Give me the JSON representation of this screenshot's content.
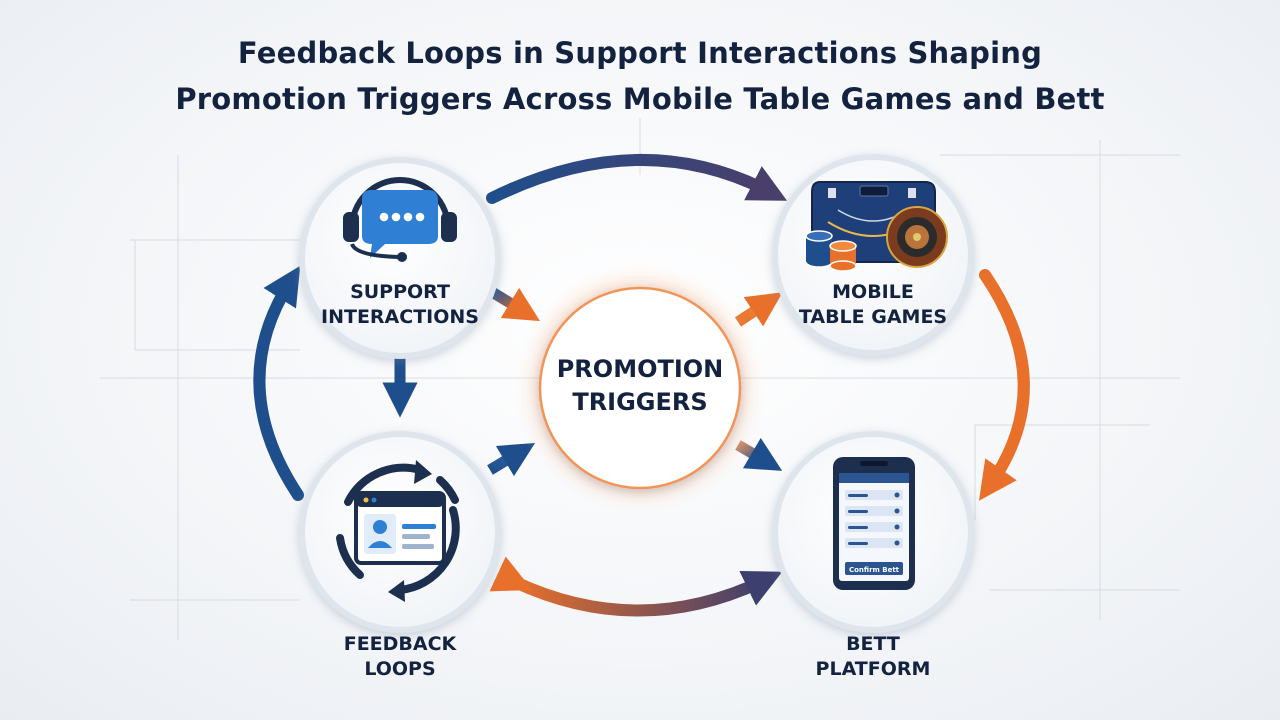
{
  "title": {
    "line1": "Feedback Loops in Support Interactions Shaping",
    "line2": "Promotion Triggers Across Mobile Table Games and Bett"
  },
  "center": {
    "line1": "PROMOTION",
    "line2": "TRIGGERS"
  },
  "nodes": {
    "support": {
      "line1": "SUPPORT",
      "line2": "INTERACTIONS",
      "icon": "headset-chat-icon"
    },
    "games": {
      "line1": "MOBILE",
      "line2": "TABLE GAMES",
      "icon": "casino-table-roulette-icon"
    },
    "feedback": {
      "line1": "FEEDBACK",
      "line2": "LOOPS",
      "icon": "refresh-profile-window-icon"
    },
    "bett": {
      "line1": "BETT",
      "line2": "PLATFORM",
      "icon": "mobile-betting-app-icon",
      "button_label": "Confirm Bett"
    }
  },
  "colors": {
    "navy": "#1f4e8c",
    "orange": "#e8702a",
    "dark_text": "#13233f",
    "purple_blend": "#4a3f6b"
  }
}
